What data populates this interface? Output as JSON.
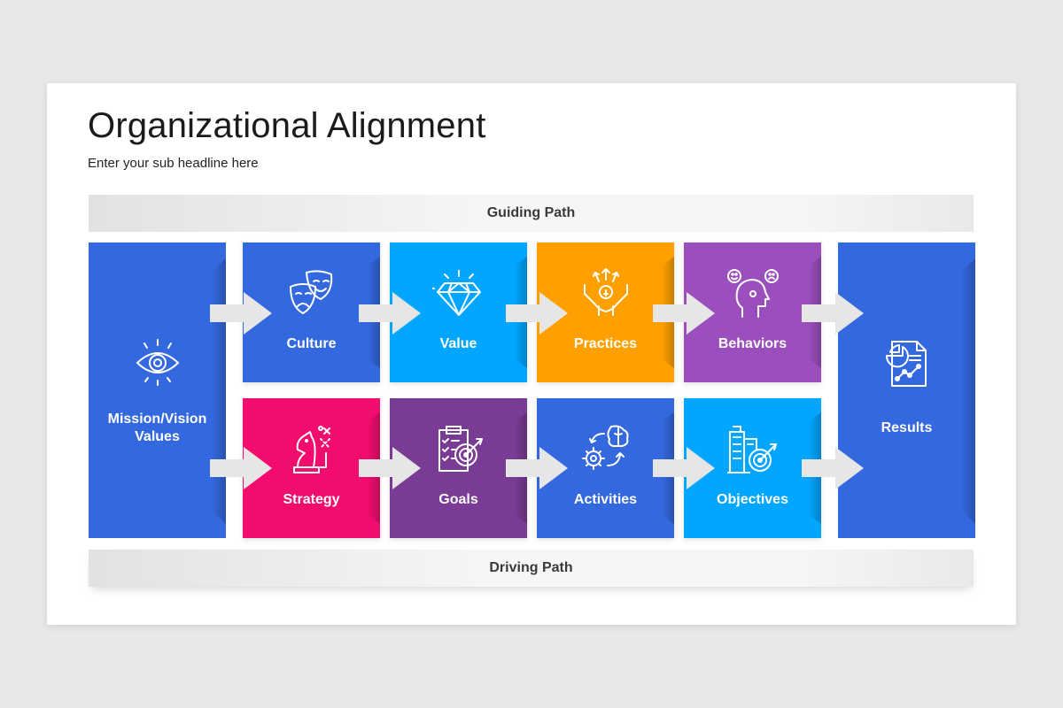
{
  "header": {
    "title": "Organizational Alignment",
    "subtitle": "Enter your sub headline here"
  },
  "bands": {
    "top": "Guiding Path",
    "bottom": "Driving Path"
  },
  "left_block": {
    "label_line1": "Mission/Vision",
    "label_line2": "Values",
    "icon": "eye-icon",
    "color": "#3468df"
  },
  "right_block": {
    "label": "Results",
    "icon": "report-chart-icon",
    "color": "#3468df"
  },
  "top_row": [
    {
      "label": "Culture",
      "icon": "theater-masks-icon",
      "color": "#3468df"
    },
    {
      "label": "Value",
      "icon": "diamond-icon",
      "color": "#00a6ff"
    },
    {
      "label": "Practices",
      "icon": "hands-arrows-icon",
      "color": "#ffa000"
    },
    {
      "label": "Behaviors",
      "icon": "head-emotions-icon",
      "color": "#9b4fbd"
    }
  ],
  "bottom_row": [
    {
      "label": "Strategy",
      "icon": "chess-knight-icon",
      "color": "#f20c6e"
    },
    {
      "label": "Goals",
      "icon": "clipboard-target-icon",
      "color": "#7a3b94"
    },
    {
      "label": "Activities",
      "icon": "brain-gear-icon",
      "color": "#3468df"
    },
    {
      "label": "Objectives",
      "icon": "building-target-icon",
      "color": "#00a6ff"
    }
  ],
  "colors": {
    "arrow": "#e6e6e6",
    "band_text": "#3a3a3a"
  }
}
